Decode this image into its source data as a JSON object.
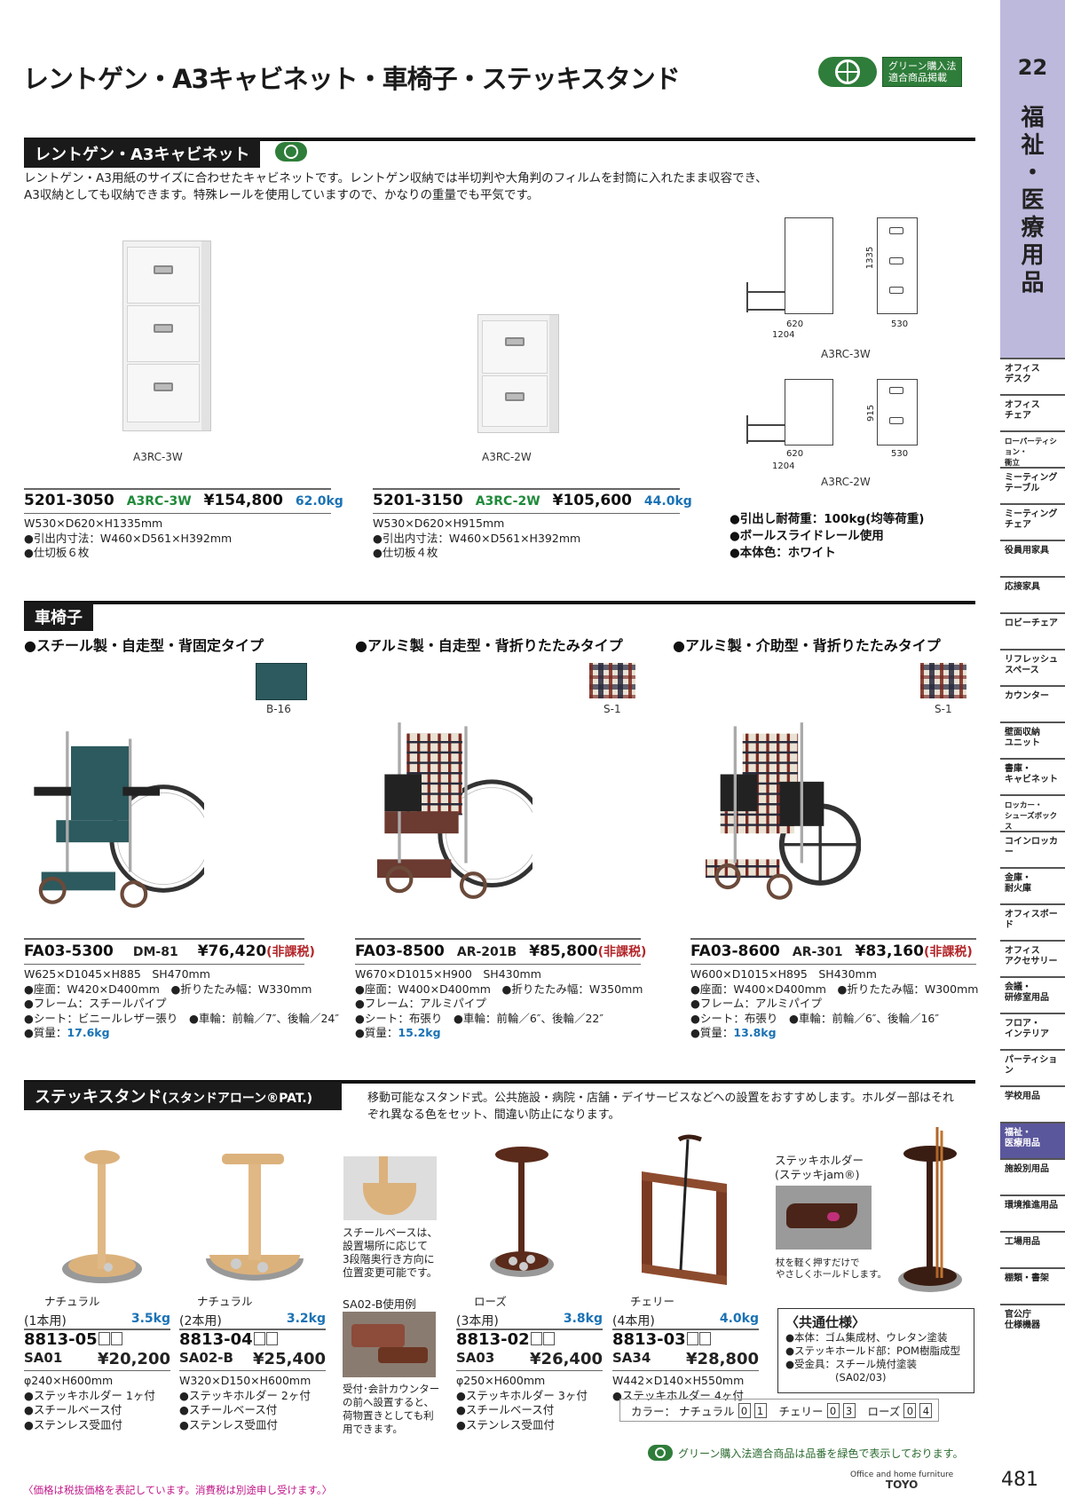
{
  "page": {
    "title": "レントゲン・A3キャビネット・車椅子・ステッキスタンド",
    "green_badge": "グリーン購入法\n適合商品掲載",
    "page_number": "481"
  },
  "sidebar": {
    "chapter_number": "22",
    "chapter_title": "福祉・医療用品",
    "items": [
      {
        "label": "オフィス\nデスク"
      },
      {
        "label": "オフィス\nチェア"
      },
      {
        "label": "ローパーティション・\n衝立"
      },
      {
        "label": "ミーティング\nテーブル"
      },
      {
        "label": "ミーティング\nチェア"
      },
      {
        "label": "役員用家具"
      },
      {
        "label": "応接家具"
      },
      {
        "label": "ロビーチェア"
      },
      {
        "label": "リフレッシュ\nスペース"
      },
      {
        "label": "カウンター"
      },
      {
        "label": "壁面収納\nユニット"
      },
      {
        "label": "書庫・\nキャビネット"
      },
      {
        "label": "ロッカー・\nシューズボックス"
      },
      {
        "label": "コインロッカー"
      },
      {
        "label": "金庫・\n耐火庫"
      },
      {
        "label": "オフィスボード"
      },
      {
        "label": "オフィス\nアクセサリー"
      },
      {
        "label": "会議・\n研修室用品"
      },
      {
        "label": "フロア・\nインテリア"
      },
      {
        "label": "パーティション"
      },
      {
        "label": "学校用品"
      },
      {
        "label": "福祉・\n医療用品",
        "active": true
      },
      {
        "label": "施設別用品"
      },
      {
        "label": "環境推進用品"
      },
      {
        "label": "工場用品"
      },
      {
        "label": "棚類・書架"
      },
      {
        "label": "官公庁\n仕様機器"
      }
    ]
  },
  "cabinet": {
    "section_title": "レントゲン・A3キャビネット",
    "description_1": "レントゲン・A3用紙のサイズに合わせたキャビネットです。レントゲン収納では半切判や大角判のフィルムを封筒に入れたまま収容でき、",
    "description_2": "A3収納としても収納できます。特殊レールを使用していますので、かなりの重量でも平気です。",
    "products": [
      {
        "image_caption": "A3RC-3W",
        "code": "5201-3050",
        "model": "A3RC-3W",
        "price": "¥154,800",
        "weight": "62.0kg",
        "size": "W530×D620×H1335mm",
        "spec_1": "●引出内寸法：W460×D561×H392mm",
        "spec_2": "●仕切板６枚"
      },
      {
        "image_caption": "A3RC-2W",
        "code": "5201-3150",
        "model": "A3RC-2W",
        "price": "¥105,600",
        "weight": "44.0kg",
        "size": "W530×D620×H915mm",
        "spec_1": "●引出内寸法：W460×D561×H392mm",
        "spec_2": "●仕切板４枚"
      }
    ],
    "diagrams": [
      {
        "caption": "A3RC-3W",
        "depth": "620",
        "extended": "1204",
        "height": "1335",
        "width": "530"
      },
      {
        "caption": "A3RC-2W",
        "depth": "620",
        "extended": "1204",
        "height": "915",
        "width": "530"
      }
    ],
    "features": [
      "●引出し耐荷重：100kg(均等荷重)",
      "●ボールスライドレール使用",
      "●本体色：ホワイト"
    ]
  },
  "wheelchair": {
    "section_title": "車椅子",
    "products": [
      {
        "type": "●スチール製・自走型・背固定タイプ",
        "swatch": "B-16",
        "swatch_color": "#2c5a5e",
        "code": "FA03-5300",
        "model": "DM-81",
        "price": "¥76,420",
        "tax": "(非課税)",
        "size": "W625×D1045×H885　SH470mm",
        "seat": "●座面：W420×D400mm",
        "fold": "●折りたたみ幅：W330mm",
        "frame": "●フレーム：スチールパイプ",
        "sheet": "●シート：ビニールレザー張り",
        "wheel": "●車輪：前輪／7″、後輪／24″",
        "weight_label": "●質量：",
        "weight": "17.6kg"
      },
      {
        "type": "●アルミ製・自走型・背折りたたみタイプ",
        "swatch": "S-1",
        "code": "FA03-8500",
        "model": "AR-201B",
        "price": "¥85,800",
        "tax": "(非課税)",
        "size": "W670×D1015×H900　SH430mm",
        "seat": "●座面：W400×D400mm",
        "fold": "●折りたたみ幅：W350mm",
        "frame": "●フレーム：アルミパイプ",
        "sheet": "●シート：布張り",
        "wheel": "●車輪：前輪／6″、後輪／22″",
        "weight_label": "●質量：",
        "weight": "15.2kg"
      },
      {
        "type": "●アルミ製・介助型・背折りたたみタイプ",
        "swatch": "S-1",
        "code": "FA03-8600",
        "model": "AR-301",
        "price": "¥83,160",
        "tax": "(非課税)",
        "size": "W600×D1015×H895　SH430mm",
        "seat": "●座面：W400×D400mm",
        "fold": "●折りたたみ幅：W300mm",
        "frame": "●フレーム：アルミパイプ",
        "sheet": "●シート：布張り",
        "wheel": "●車輪：前輪／6″、後輪／16″",
        "weight_label": "●質量：",
        "weight": "13.8kg"
      }
    ]
  },
  "stick": {
    "section_title": "ステッキスタンド",
    "section_subtitle": "(スタンドアローン®PAT.)",
    "description_1": "移動可能なスタンド式。公共施設・病院・店舗・デイサービスなどへの設置をおすすめします。ホルダー部はそれ",
    "description_2": "ぞれ異なる色をセット、間違い防止になります。",
    "base_note": "スチールベースは、\n設置場所に応じて\n3段階奥行き方向に\n位置変更可能です。",
    "usage_title": "SA02-B使用例",
    "usage_note": "受付･会計カウンター\nの前へ設置すると、\n荷物置きとしても利\n用できます。",
    "holder_title": "ステッキホルダー\n(ステッキjam®)",
    "holder_note": "杖を軽く押すだけで\nやさしくホールドします。",
    "products": [
      {
        "color": "ナチュラル",
        "capacity": "(1本用)",
        "weight": "3.5kg",
        "code": "8813-05",
        "model": "SA01",
        "price": "¥20,200",
        "size": "φ240×H600mm",
        "specs": [
          "●ステッキホルダー 1ヶ付",
          "●スチールベース付",
          "●ステンレス受皿付"
        ]
      },
      {
        "color": "ナチュラル",
        "capacity": "(2本用)",
        "weight": "3.2kg",
        "code": "8813-04",
        "model": "SA02-B",
        "price": "¥25,400",
        "size": "W320×D150×H600mm",
        "specs": [
          "●ステッキホルダー 2ヶ付",
          "●スチールベース付",
          "●ステンレス受皿付"
        ]
      },
      {
        "color": "ローズ",
        "capacity": "(3本用)",
        "weight": "3.8kg",
        "code": "8813-02",
        "model": "SA03",
        "price": "¥26,400",
        "size": "φ250×H600mm",
        "specs": [
          "●ステッキホルダー 3ヶ付",
          "●スチールベース付",
          "●ステンレス受皿付"
        ]
      },
      {
        "color": "チェリー",
        "capacity": "(4本用)",
        "weight": "4.0kg",
        "code": "8813-03",
        "model": "SA34",
        "price": "¥28,800",
        "size": "W442×D140×H550mm",
        "specs": [
          "●ステッキホルダー 4ヶ付"
        ]
      }
    ],
    "common_spec": {
      "title": "〈共通仕様〉",
      "items": [
        "●本体：ゴム集成材、ウレタン塗装",
        "●ステッキホールド部：POM樹脂成型",
        "●受金具：スチール焼付塗装",
        "(SA02/03)"
      ]
    },
    "color_codes": {
      "label": "カラー：",
      "options": [
        {
          "name": "ナチュラル",
          "d1": "0",
          "d2": "1"
        },
        {
          "name": "チェリー",
          "d1": "0",
          "d2": "3"
        },
        {
          "name": "ローズ",
          "d1": "0",
          "d2": "4"
        }
      ]
    }
  },
  "footer": {
    "green_note": "グリーン購入法適合商品は品番を緑色で表示しております。",
    "tax_note": "〈価格は税抜価格を表記しています。消費税は別途申し受けます。〉",
    "brand_tagline": "Office and home furniture",
    "brand_name": "TOYO"
  },
  "colors": {
    "sidebar_bg": "#bdb9dc",
    "sidebar_active": "#5b579c",
    "green": "#2f7d3a",
    "price_blue": "#1a72b5",
    "tax_red": "#b3262a",
    "footer_pink": "#c2188a"
  }
}
